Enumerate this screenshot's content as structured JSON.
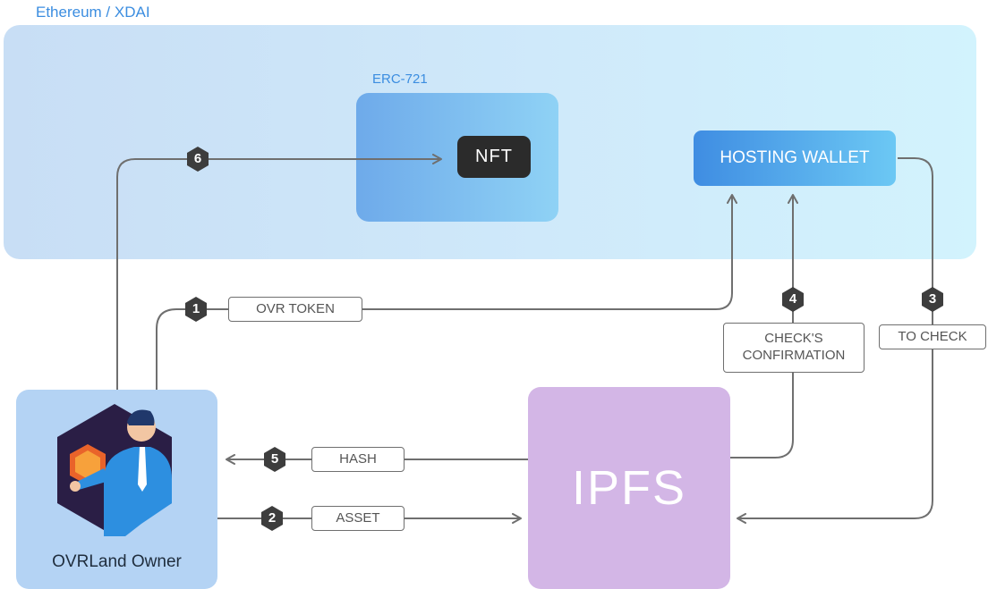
{
  "chain": {
    "label": "Ethereum / XDAI"
  },
  "erc721": {
    "label": "ERC-721",
    "nft_label": "NFT"
  },
  "hosting_wallet": {
    "label": "HOSTING WALLET"
  },
  "owner": {
    "label": "OVRLand Owner"
  },
  "ipfs": {
    "label": "IPFS"
  },
  "steps": [
    {
      "number": "1",
      "label": "OVR TOKEN"
    },
    {
      "number": "2",
      "label": "ASSET"
    },
    {
      "number": "3",
      "label": "TO CHECK"
    },
    {
      "number": "4",
      "label_line1": "CHECK'S",
      "label_line2": "CONFIRMATION"
    },
    {
      "number": "5",
      "label": "HASH"
    },
    {
      "number": "6"
    }
  ],
  "colors": {
    "arrow": "#6f6f6f",
    "badge": "#3d3d3d",
    "link_blue": "#3b8de0"
  }
}
